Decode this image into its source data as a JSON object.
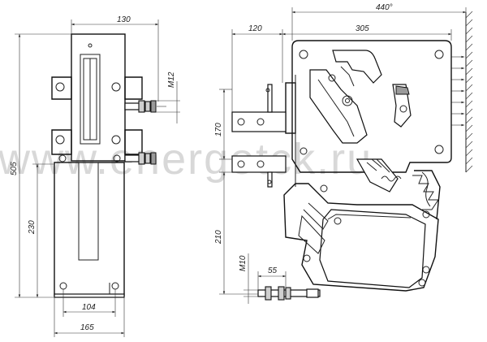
{
  "watermark": "www.energotck.ru",
  "front_view": {
    "dims": {
      "width_top": "130",
      "bolt_thread": "M12",
      "height_total": "505",
      "height_lower": "230",
      "base_hole_spacing": "104",
      "base_width": "165"
    }
  },
  "side_view": {
    "dims": {
      "mount_angle": "440°",
      "top_left": "120",
      "top_right": "305",
      "bolt_spacing": "170",
      "lower_height": "210",
      "bottom_thread": "M10",
      "bottom_offset": "55"
    }
  }
}
